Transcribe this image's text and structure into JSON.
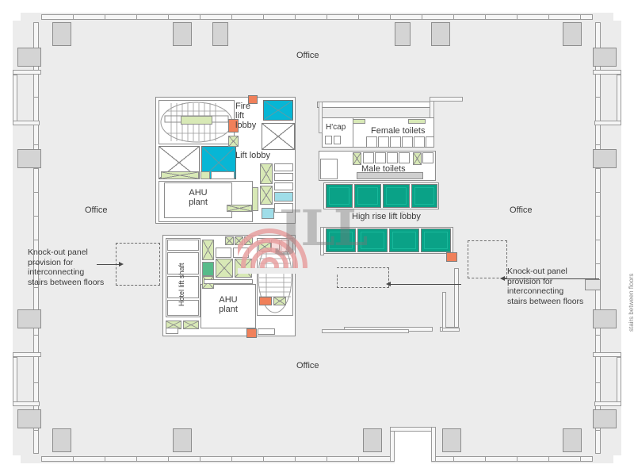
{
  "document": {
    "type": "floor-plan",
    "brand": "JLL",
    "watermark": "JLL",
    "watermark_mark": "jll-concentric-circles-logo"
  },
  "zones": {
    "office_top": {
      "label": "Office"
    },
    "office_left": {
      "label": "Office"
    },
    "office_right": {
      "label": "Office"
    },
    "office_bottom": {
      "label": "Office"
    }
  },
  "core_north": {
    "ahu_plant": {
      "label": "AHU\nplant"
    },
    "fire_lift_lobby": {
      "label": "Fire\nlift\nlobby"
    },
    "lift_lobby": {
      "label": "Lift lobby"
    }
  },
  "core_south": {
    "ahu_plant": {
      "label": "AHU\nplant"
    },
    "hotel_lift_shaft": {
      "label": "Hotel lift shaft"
    }
  },
  "amenities": {
    "hcap": {
      "label": "H'cap"
    },
    "female_toilets": {
      "label": "Female toilets"
    },
    "male_toilets": {
      "label": "Male toilets"
    },
    "high_rise_lift_lobby": {
      "label": "High rise lift lobby"
    }
  },
  "annotations": {
    "knockout_left": {
      "label": "Knock-out panel\nprovision for\ninterconnecting\nstairs between floors"
    },
    "knockout_right": {
      "label": "Knock-out panel\nprovision for\ninterconnecting\nstairs between floors"
    },
    "knockout_edge": {
      "label": "stairs between floors"
    }
  },
  "colors": {
    "slab": "#ececec",
    "wall": "#9a9a9a",
    "column": "#d4d4d4",
    "lift_cyan": "#07b6d5",
    "lift_green": "#0aa287",
    "duct_lightgreen": "#d8e9b6",
    "duct_green": "#57bb8a",
    "fire_orange": "#f0805a",
    "water_blue": "#9fdde8",
    "text": "#3b3b3b",
    "watermark": "#787878"
  },
  "counts": {
    "high_rise_lifts_top_row": 4,
    "high_rise_lifts_bottom_row": 4,
    "female_toilet_cubicles": 6,
    "male_toilet_cubicles": 5,
    "hotel_lift_shafts": 3
  }
}
